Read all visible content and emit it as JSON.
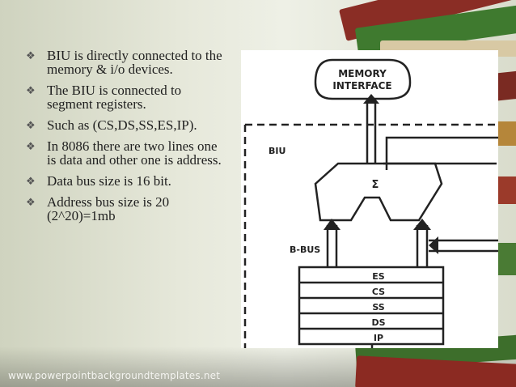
{
  "bullets": [
    "BIU is directly connected to the memory & i/o devices.",
    "The BIU is connected to segment registers.",
    "Such as (CS,DS,SS,ES,IP).",
    "In 8086 there are two lines one is data and other one is address.",
    "Data bus size is 16 bit.",
    "Address bus size is 20 (2^20)=1mb"
  ],
  "bullet_icon": "diamond-bullet-icon",
  "diagram": {
    "memory_interface_line1": "MEMORY",
    "memory_interface_line2": "INTERFACE",
    "biu_label": "BIU",
    "sigma": "Σ",
    "bbus_label": "B-BUS",
    "registers": [
      "ES",
      "CS",
      "SS",
      "DS",
      "IP"
    ]
  },
  "footer": {
    "url": "www.powerpointbackgroundtemplates.net"
  },
  "colors": {
    "text": "#1f1f1f",
    "footer_text": "#f4f4f0"
  }
}
